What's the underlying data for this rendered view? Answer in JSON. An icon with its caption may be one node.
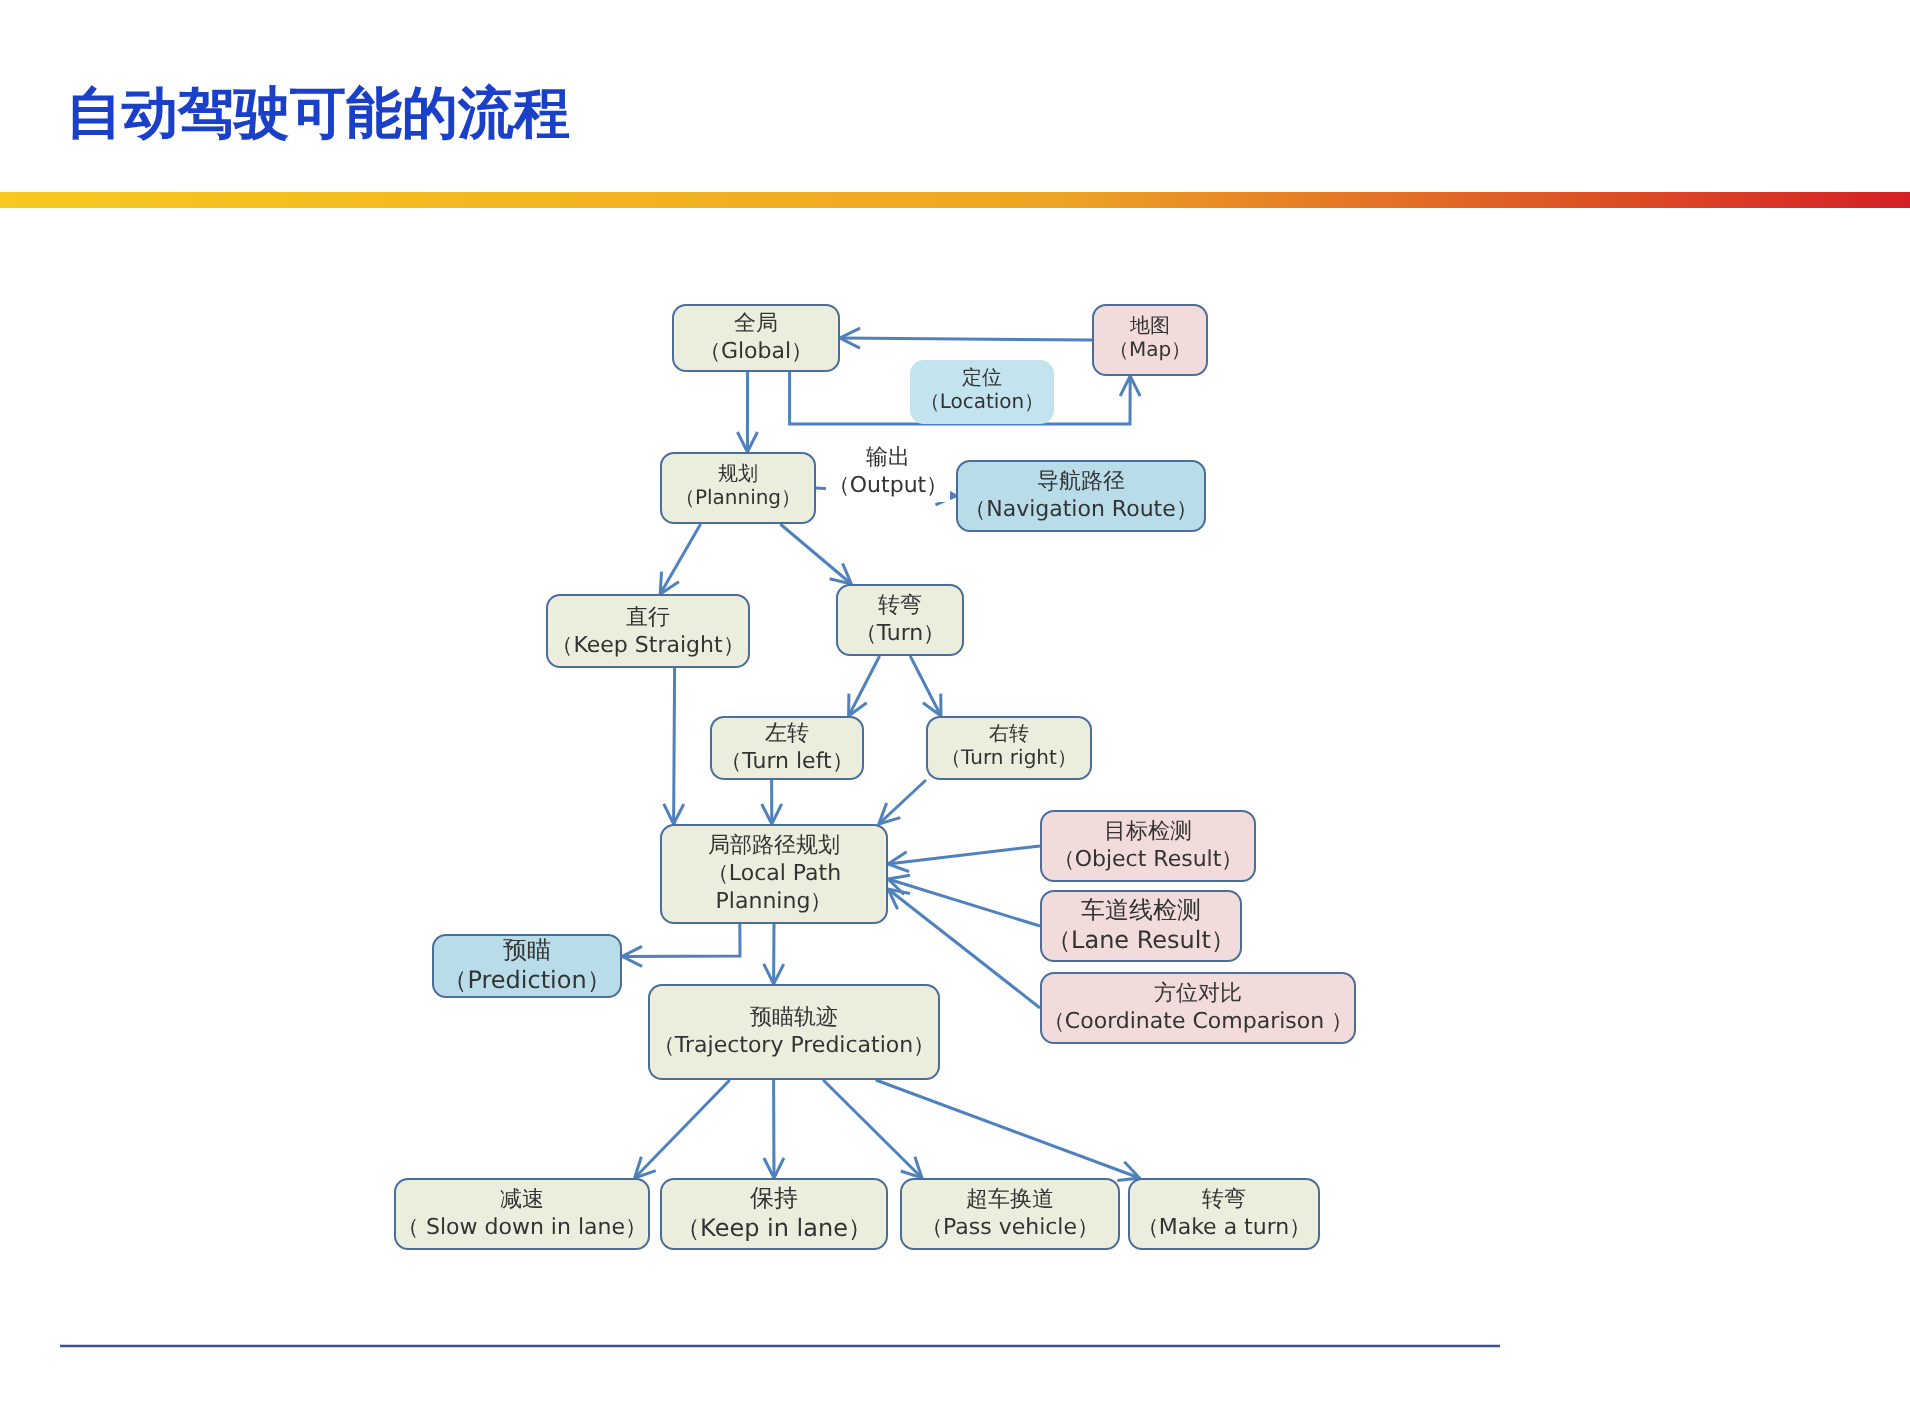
{
  "diagram": {
    "title": "自动驾驶可能的流程",
    "nodes": [
      {
        "text": [
          "全局",
          "（Global）"
        ]
      },
      {
        "text": [
          "地图",
          "（Map）"
        ]
      },
      {
        "text": [
          "定位",
          "（Location）"
        ]
      },
      {
        "text": [
          "规划",
          "（Planning）"
        ]
      },
      {
        "text": [
          "导航路径",
          "（Navigation Route）"
        ]
      },
      {
        "text": [
          "直行",
          "（Keep Straight）"
        ]
      },
      {
        "text": [
          "转弯",
          "（Turn）"
        ]
      },
      {
        "text": [
          "左转",
          "（Turn left）"
        ]
      },
      {
        "text": [
          "右转",
          "（Turn right）"
        ]
      },
      {
        "text": [
          "局部路径规划",
          "（Local Path Planning）"
        ]
      },
      {
        "text": [
          "目标检测",
          "（Object Result）"
        ]
      },
      {
        "text": [
          "车道线检测",
          "（Lane Result）"
        ]
      },
      {
        "text": [
          "方位对比",
          "（Coordinate Comparison ）"
        ]
      },
      {
        "text": [
          "预瞄",
          "（Prediction）"
        ]
      },
      {
        "text": [
          "预瞄轨迹",
          "（Trajectory Predication）"
        ]
      },
      {
        "text": [
          "减速",
          "（ Slow down in lane）"
        ]
      },
      {
        "text": [
          "保持",
          "（Keep in lane）"
        ]
      },
      {
        "text": [
          "超车换道",
          "（Pass vehicle）"
        ]
      },
      {
        "text": [
          "转弯",
          "（Make a turn）"
        ]
      }
    ],
    "edges": [
      {
        "from": 1,
        "to": 0,
        "arrow": "to"
      },
      {
        "from": 0,
        "to": 1,
        "arrow": "to"
      },
      {
        "from": 0,
        "to": 3,
        "arrow": "to"
      },
      {
        "from": 3,
        "to": 4,
        "arrow": "to",
        "label": "输出（Output）"
      },
      {
        "from": 3,
        "to": 5,
        "arrow": "to"
      },
      {
        "from": 3,
        "to": 6,
        "arrow": "to"
      },
      {
        "from": 5,
        "to": 9,
        "arrow": "to"
      },
      {
        "from": 6,
        "to": 7,
        "arrow": "to"
      },
      {
        "from": 6,
        "to": 8,
        "arrow": "to"
      },
      {
        "from": 7,
        "to": 9,
        "arrow": "to"
      },
      {
        "from": 8,
        "to": 9,
        "arrow": "to"
      },
      {
        "from": 10,
        "to": 9,
        "arrow": "to"
      },
      {
        "from": 11,
        "to": 9,
        "arrow": "to"
      },
      {
        "from": 12,
        "to": 9,
        "arrow": "to"
      },
      {
        "from": 9,
        "to": 13,
        "arrow": "to"
      },
      {
        "from": 9,
        "to": 14,
        "arrow": "to"
      },
      {
        "from": 14,
        "to": 15,
        "arrow": "to"
      },
      {
        "from": 14,
        "to": 16,
        "arrow": "to"
      },
      {
        "from": 14,
        "to": 17,
        "arrow": "to"
      },
      {
        "from": 14,
        "to": 18,
        "arrow": "to"
      }
    ]
  }
}
